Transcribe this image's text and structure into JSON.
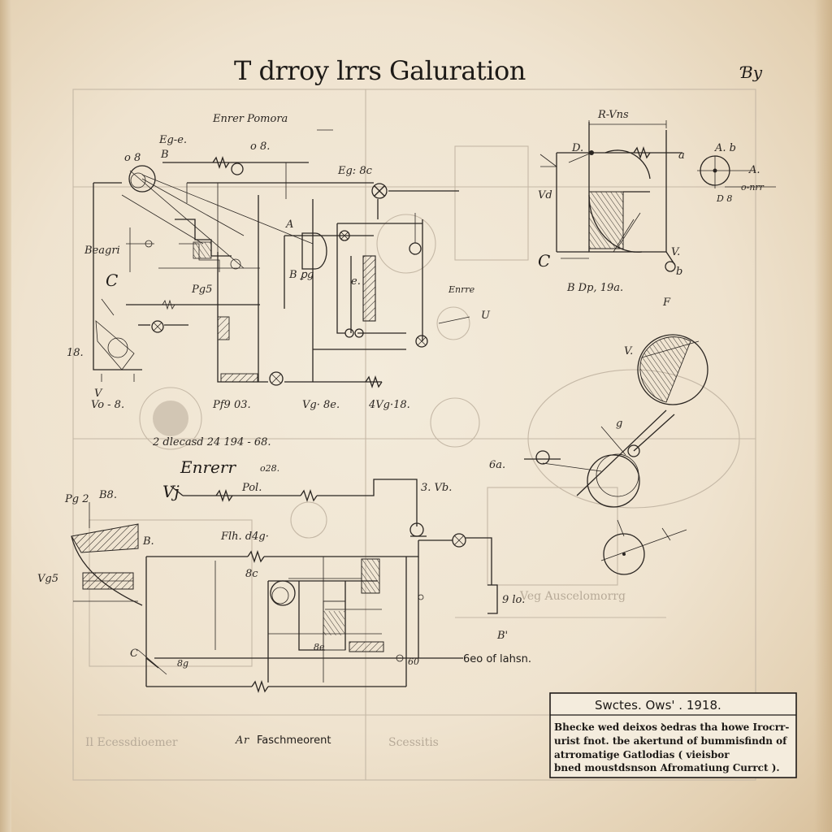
{
  "title": "T drroy lrrs Galuration",
  "corner_mark": "Ɓy",
  "labels": {
    "upper_left_header": "Enrer Pomora",
    "l_eg": "Eg-e.",
    "l_o8": "o 8",
    "l_o8b": "o 8.",
    "l_b": "B",
    "l_eg8c": "Eg: 8c",
    "l_a1": "A",
    "l_beagri": "Beagri",
    "l_c": "C",
    "l_pg5": "Pg5",
    "l_bpg": "B ꝑg",
    "l_e_center": "e.",
    "l_18": "18.",
    "l_v": "V",
    "l_vo8": "Vo - 8.",
    "l_pf03": "Pf9 03.",
    "l_vg8e": "Vg· 8e.",
    "l_4vg18": "4Vg·18.",
    "l_u": "U",
    "l_enre": "Enrre",
    "upper_right_top": "R-Vns",
    "l_d": "D.",
    "l_a_r": "a",
    "l_vd": "Vd",
    "l_c_r": "C",
    "l_v_r": "V.",
    "l_b_r": "b",
    "l_ab": "A. b",
    "l_a_right": "A.",
    "l_d8": "D 8",
    "l_nrr": "o-nrr",
    "l_bdp": "B Dp, 19a.",
    "l_f": "F",
    "l_v_circle": "V.",
    "l_6a": "6a.",
    "l_g": "g",
    "l_caption1": "2 dlecasd 24 194 - 68.",
    "l_enrerr": "Enrerr",
    "l_o28": "o28.",
    "l_pg": "Pg 2",
    "l_b8_left": "B8.",
    "l_vjr": "Vj",
    "l_pol": "Pol.",
    "l_3vb": "3. Vb.",
    "l_flh": "Flh. d4g·",
    "l_vg5": "Vg5",
    "l_bb": "B.",
    "l_8c": "8c",
    "l_9lo": "9 lo.",
    "l_c_left": "C",
    "l_8g": "8g",
    "l_e_b": "B'",
    "l_8e": "8e",
    "l_60": "60",
    "l_of_lahsn": "6eo of lahsn.",
    "footer_label": "Faschmeorent",
    "footer_a": "A",
    "footer_r": "r"
  },
  "caption_box": {
    "title": "Swctes. Ows' . 1918.",
    "lines": [
      "Bhecke wed deixos ꝺedras tha  howe Irocrr-",
      "urist  fnot. tbe akertund of bummisfindn of",
      "atrromatige  Gatlodias              ( vieisbor",
      "bned moustdsnson Afromatiung Currct ).",
      ""
    ]
  },
  "ghost_text": {
    "g1": "Il  Ecessdioemer",
    "g2": "Scessitis",
    "g3": "Veg  Auscelomorrg"
  },
  "colors": {
    "ink": "#2a2521",
    "paper": "#efe3cf",
    "ghost": "#c5b8a6"
  }
}
